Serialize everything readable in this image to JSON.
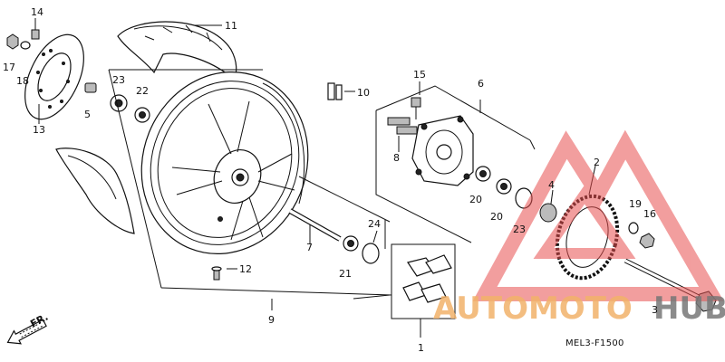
{
  "callouts": {
    "c1": "1",
    "c2": "2",
    "c3": "3",
    "c4": "4",
    "c5": "5",
    "c6": "6",
    "c7": "7",
    "c8": "8",
    "c9": "9",
    "c10": "10",
    "c11": "11",
    "c12": "12",
    "c13": "13",
    "c14": "14",
    "c15": "15",
    "c16": "16",
    "c17": "17",
    "c18": "18",
    "c19": "19",
    "c20a": "20",
    "c20b": "20",
    "c21": "21",
    "c22": "22",
    "c23a": "23",
    "c23b": "23",
    "c24": "24"
  },
  "direction_label": "FR.",
  "diagram_code": "MEL3-F1500",
  "watermark": {
    "text_left": "AUTOMOTO",
    "text_right": "HUB",
    "color_left": "#f2b26a",
    "color_right": "#777777",
    "logo_color": "#e85050"
  }
}
